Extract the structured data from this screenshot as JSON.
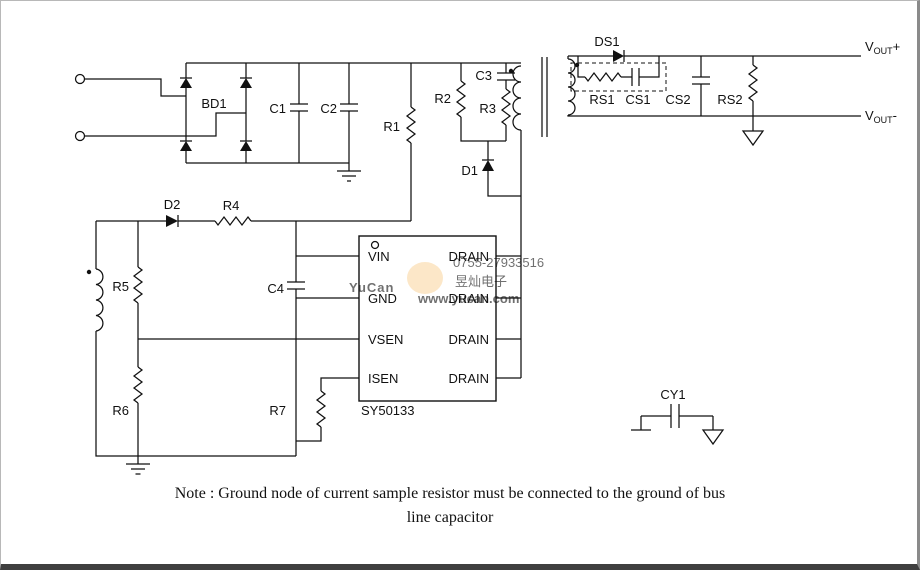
{
  "labels": {
    "bd1": "BD1",
    "c1": "C1",
    "c2": "C2",
    "c3": "C3",
    "c4": "C4",
    "r1": "R1",
    "r2": "R2",
    "r3": "R3",
    "r4": "R4",
    "r5": "R5",
    "r6": "R6",
    "r7": "R7",
    "d1": "D1",
    "d2": "D2",
    "ds1": "DS1",
    "rs1": "RS1",
    "cs1": "CS1",
    "cs2": "CS2",
    "rs2": "RS2",
    "cy1": "CY1"
  },
  "vout": {
    "plus": {
      "v": "V",
      "sub": "OUT",
      "sign": "+"
    },
    "minus": {
      "v": "V",
      "sub": "OUT",
      "sign": "-"
    }
  },
  "ic": {
    "part": "SY50133",
    "pins_left": [
      "VIN",
      "GND",
      "VSEN",
      "ISEN"
    ],
    "pins_right": [
      "DRAIN",
      "DRAIN",
      "DRAIN",
      "DRAIN"
    ]
  },
  "note": {
    "line1": "Note : Ground node of current sample resistor must be connected to the ground of bus",
    "line2": "line capacitor"
  },
  "watermark": {
    "brand": "YuCan",
    "phone": "0755-27933516",
    "company": "昱灿电子",
    "website": "www.yucan.com",
    "colors": {
      "brand": "#e8728f",
      "phone": "#7f9fd8",
      "company": "#e8728f",
      "website": "#eeab3c",
      "halo": "#f5b24a"
    }
  }
}
